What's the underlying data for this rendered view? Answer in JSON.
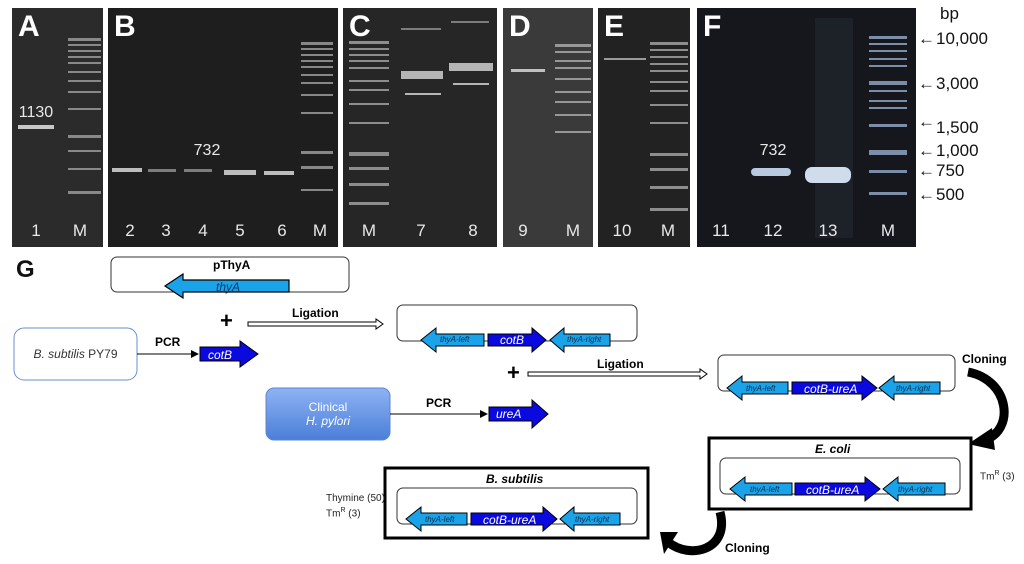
{
  "panels": [
    {
      "letter": "A",
      "lanes": [
        "1",
        "M"
      ],
      "band_label": "1130"
    },
    {
      "letter": "B",
      "lanes": [
        "2",
        "3",
        "4",
        "5",
        "6",
        "M"
      ],
      "band_label": "732"
    },
    {
      "letter": "C",
      "lanes": [
        "M",
        "7",
        "8"
      ]
    },
    {
      "letter": "D",
      "lanes": [
        "9",
        "M"
      ]
    },
    {
      "letter": "E",
      "lanes": [
        "10",
        "M"
      ]
    },
    {
      "letter": "F",
      "lanes": [
        "11",
        "12",
        "13",
        "M"
      ],
      "band_label": "732"
    }
  ],
  "size_marker": {
    "unit": "bp",
    "markers": [
      "10,000",
      "3,000",
      "1,500",
      "1,000",
      "750",
      "500"
    ]
  },
  "diagram": {
    "letter": "G",
    "pthya": {
      "title": "pThyA",
      "gene": "thyA"
    },
    "source1": {
      "label_italic": "B. subtilis",
      "label_plain": " PY79"
    },
    "source2": {
      "line1": "Clinical",
      "line2": "H. pylori"
    },
    "pcr1": "PCR",
    "pcr2": "PCR",
    "gene_cotb": "cotB",
    "gene_urea": "ureA",
    "plus1": "+",
    "plus2": "+",
    "ligation1": "Ligation",
    "ligation2": "Ligation",
    "construct1": {
      "left": "thyA-left",
      "mid": "cotB",
      "right": "thyA-right"
    },
    "construct2": {
      "left": "thyA-left",
      "mid": "cotB-ureA",
      "right": "thyA-right"
    },
    "cloning1": "Cloning",
    "cloning2": "Cloning",
    "ecoli": {
      "title": "E. coli",
      "left": "thyA-left",
      "mid": "cotB-ureA",
      "right": "thyA-right",
      "selection": "Tm",
      "selection_sup": "R",
      "selection_val": "(3)"
    },
    "bsub": {
      "title": "B. subtilis",
      "left": "thyA-left",
      "mid": "cotB-ureA",
      "right": "thyA-right",
      "selection1": "Thymine (50)",
      "selection2": "Tm",
      "selection2_sup": "R",
      "selection2_val": "(3)"
    }
  },
  "colors": {
    "light_blue_gene": "#1aa3e8",
    "dark_blue_gene": "#0a0ae0",
    "clinical_box": "#6f9be8"
  }
}
